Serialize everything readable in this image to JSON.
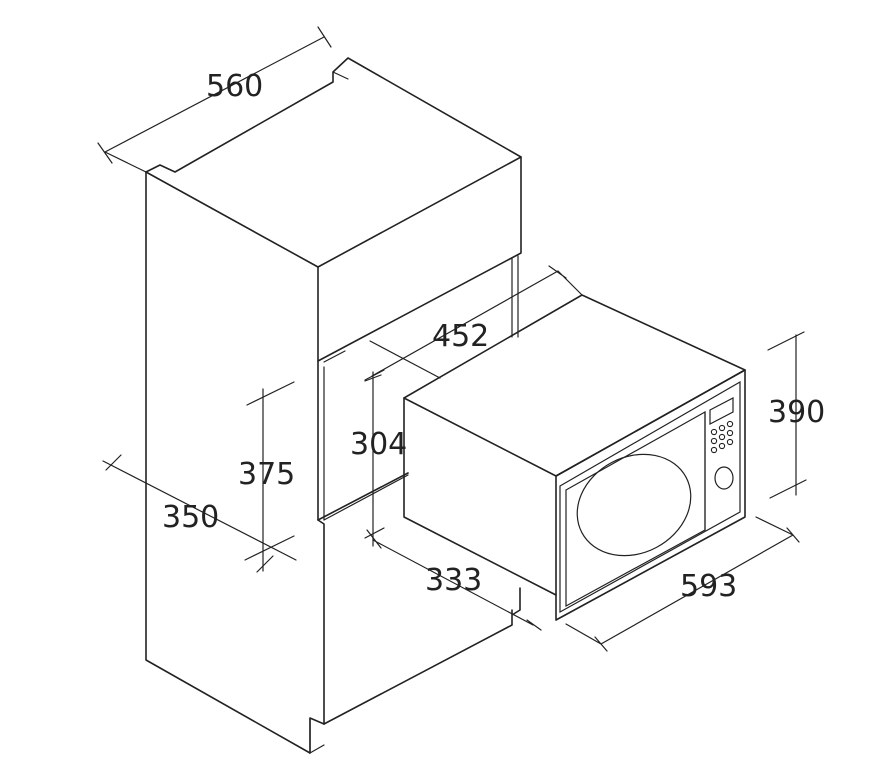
{
  "dimensions": {
    "cabinet_width": "560",
    "cabinet_depth": "350",
    "opening_height": "375",
    "appliance_depth_top": "452",
    "appliance_body_height": "304",
    "appliance_body_depth": "333",
    "appliance_width": "593",
    "appliance_height": "390"
  },
  "colors": {
    "line": "#222222",
    "background": "#ffffff"
  }
}
